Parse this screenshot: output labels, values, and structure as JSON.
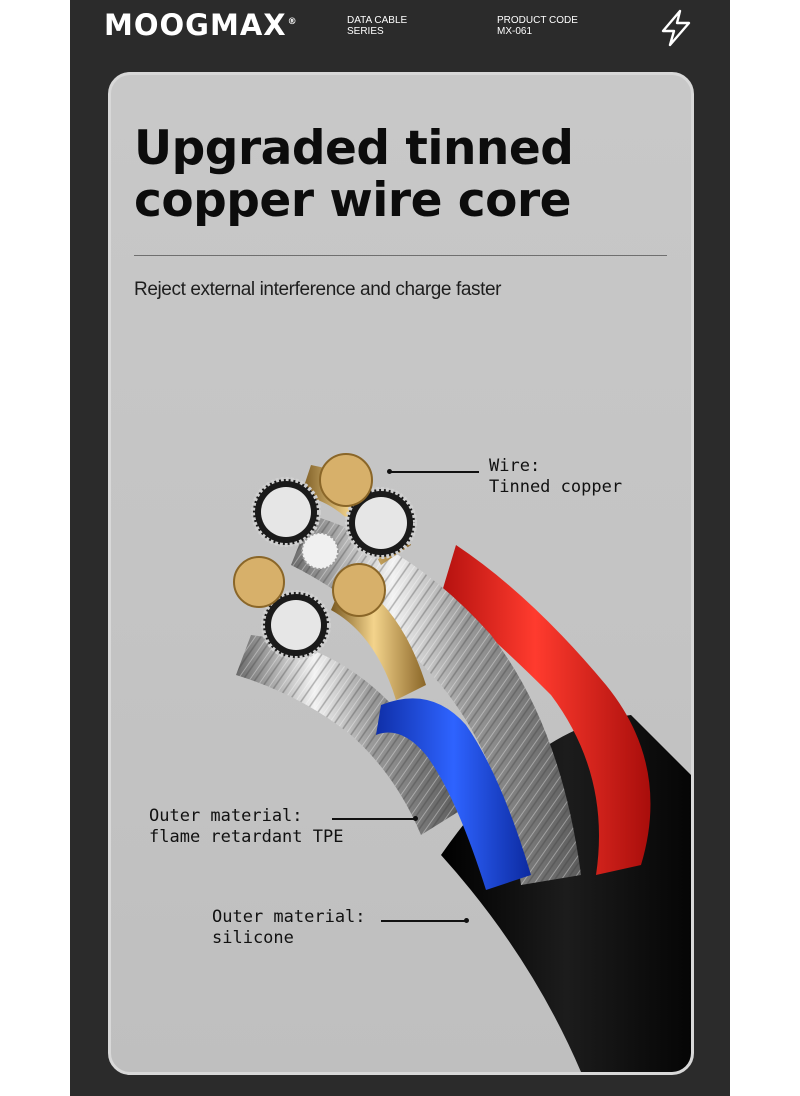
{
  "header": {
    "brand": "MOOGMAX",
    "brand_mark": "®",
    "series_line1": "DATA CABLE",
    "series_line2": "SERIES",
    "code_line1": "PRODUCT CODE",
    "code_line2": "MX-061",
    "icon": "lightning-bolt-icon"
  },
  "panel": {
    "title_line1": "Upgraded tinned",
    "title_line2": "copper wire core",
    "subtitle": "Reject external interference and charge faster"
  },
  "callouts": {
    "wire_line1": "Wire:",
    "wire_line2": "Tinned copper",
    "outer_tpe_line1": "Outer material:",
    "outer_tpe_line2": "flame retardant TPE",
    "outer_silicone_line1": "Outer material:",
    "outer_silicone_line2": "silicone"
  },
  "colors": {
    "frame": "#2b2b2b",
    "panel": "#c6c6c6",
    "jacket": "#111111",
    "red_core": "#e8231f",
    "blue_core": "#1f4fe0",
    "copper": "#d7b06a",
    "silver": "#cfcfcf"
  }
}
